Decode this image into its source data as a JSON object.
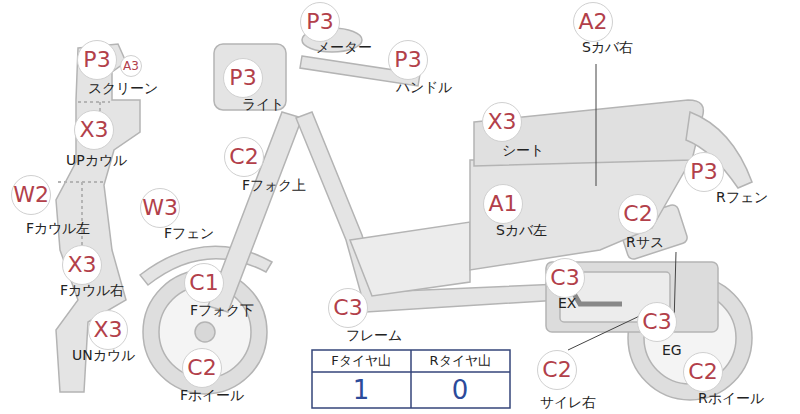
{
  "diagram": {
    "labels": [
      "P3",
      "メーター",
      "A2",
      "Sカバ右",
      "P3",
      "A3",
      "スクリーン",
      "P3",
      "ライト",
      "P3",
      "ハンドル",
      "X3",
      "シート",
      "X3",
      "UPカウル",
      "C2",
      "Fフォク上",
      "P3",
      "Rフェン",
      "W2",
      "Fカウル左",
      "W3",
      "Fフェン",
      "A1",
      "Sカバ左",
      "C2",
      "Rサス",
      "X3",
      "Fカウル右",
      "C1",
      "Fフォク下",
      "C3",
      "EX",
      "C3",
      "フレーム",
      "C3",
      "EG",
      "X3",
      "UNカウル",
      "C2",
      "サイレ右",
      "C2",
      "Rホイール",
      "C2",
      "Fホイール",
      "Fタイヤ山",
      "Rタイヤ山",
      "1",
      "0"
    ]
  }
}
